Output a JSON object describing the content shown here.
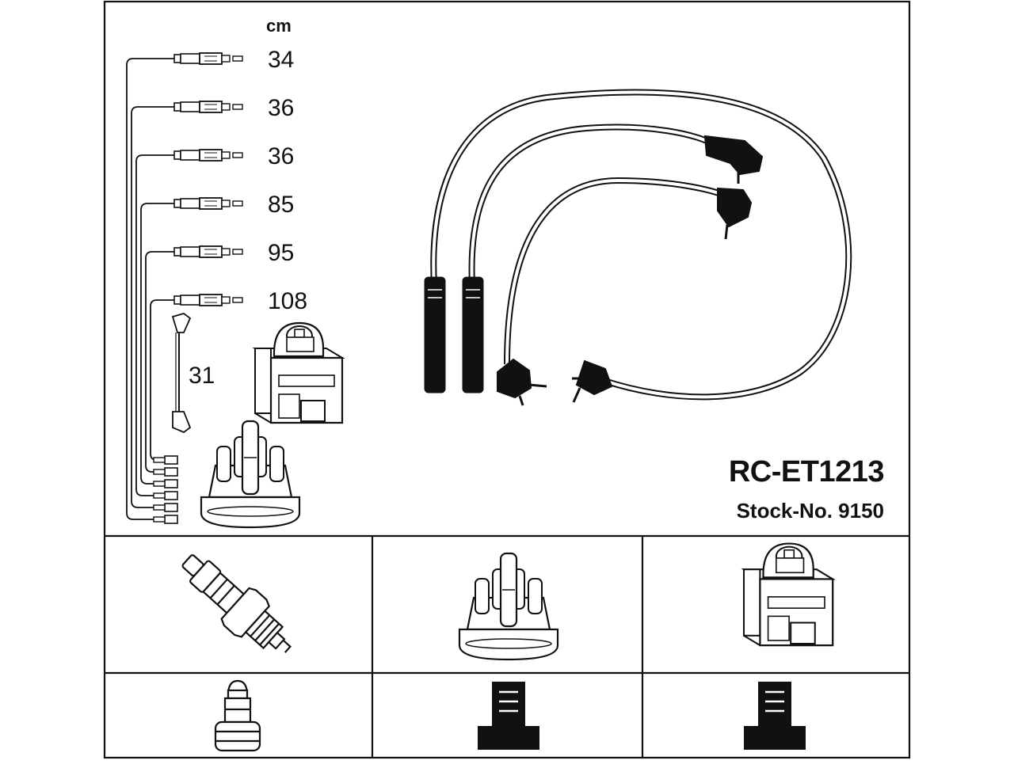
{
  "length_unit": "cm",
  "cable_lengths": [
    "34",
    "36",
    "36",
    "85",
    "95",
    "108"
  ],
  "coil_lead_length": "31",
  "product_code": "RC-ET1213",
  "stock_number_label": "Stock-No. 9150",
  "line_color": "#111111",
  "icons": {
    "cable_set": "ignition-cable-set-icon",
    "spark_plug": "spark-plug-icon",
    "distributor_cap": "distributor-cap-icon",
    "ignition_coil": "ignition-coil-icon",
    "plug_connector": "spark-plug-connector-icon",
    "cap_connector": "distributor-connector-icon",
    "coil_connector": "coil-connector-icon"
  }
}
